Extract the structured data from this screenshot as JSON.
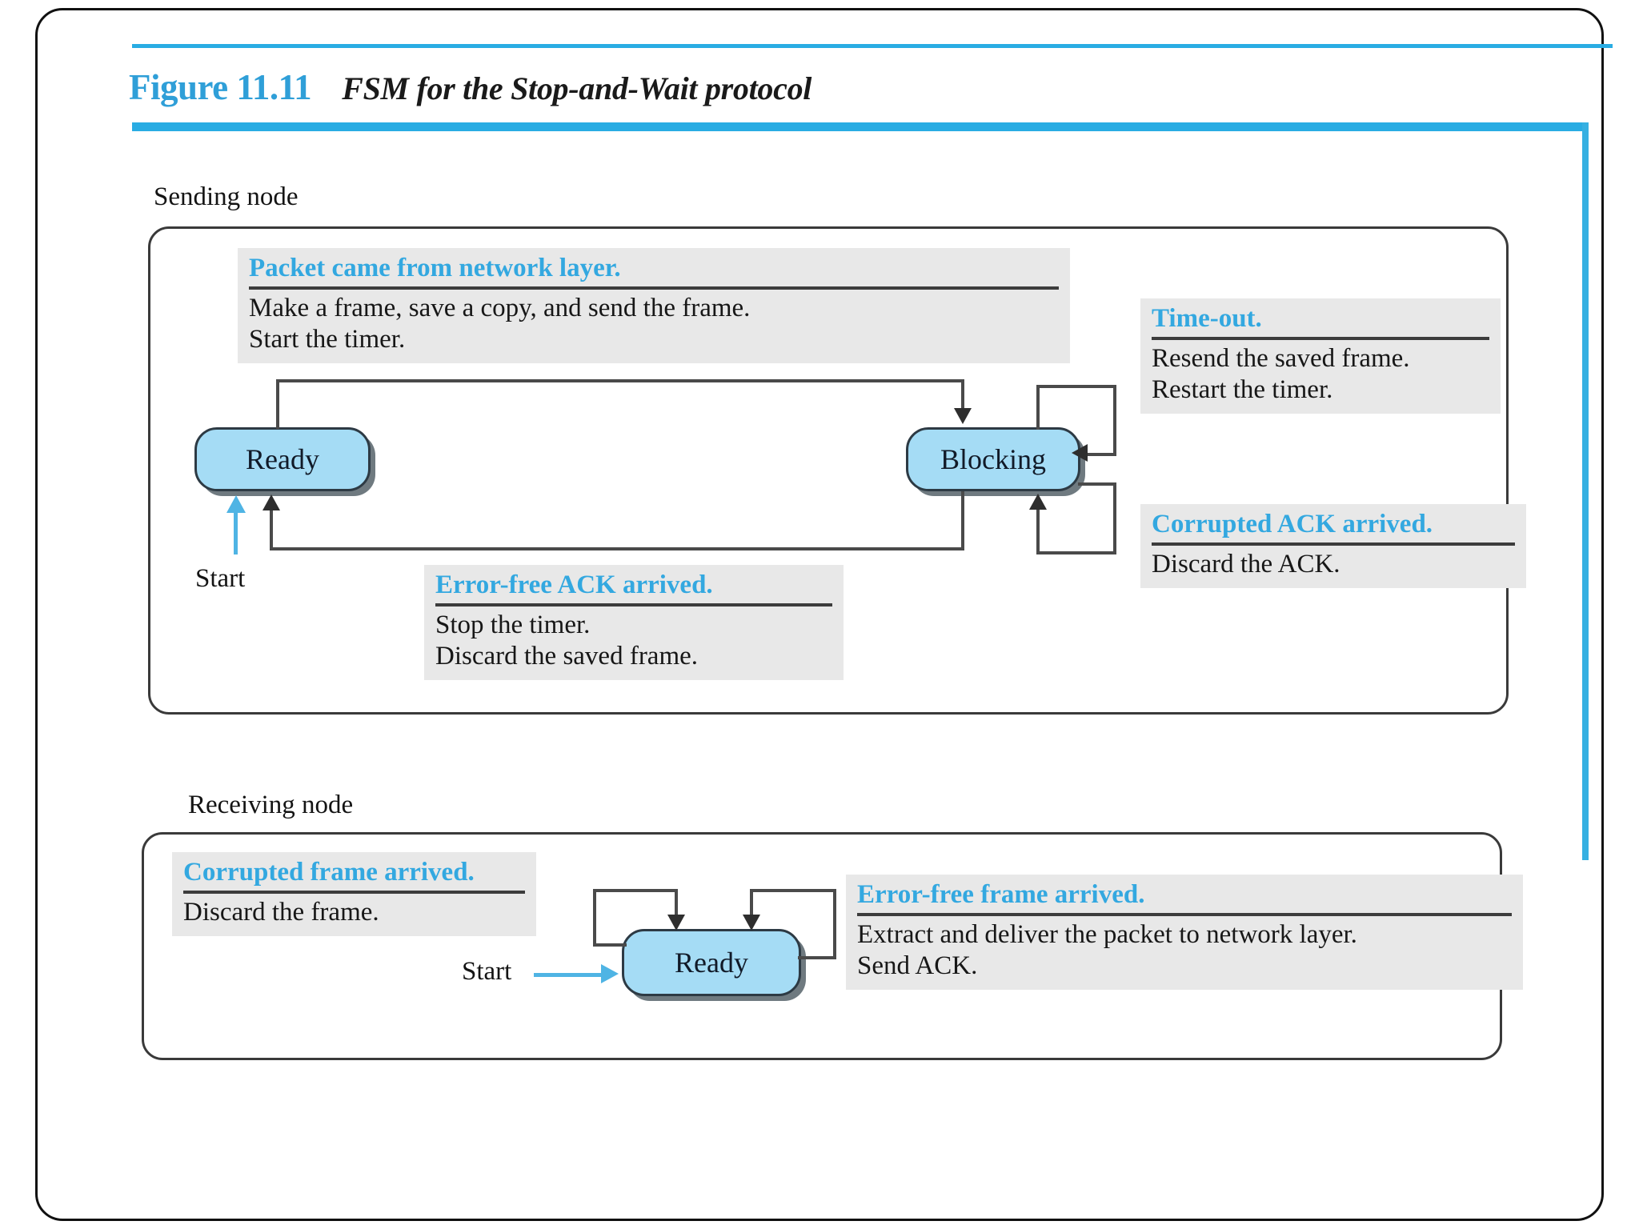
{
  "figure": {
    "label": "Figure 11.11",
    "caption": "FSM for the Stop-and-Wait protocol",
    "accent_color": "#29ace3",
    "heading_color": "#33a8e0",
    "state_fill_color": "#a5dcf5",
    "note_fill_color": "#e8e8e8"
  },
  "sending_node": {
    "caption": "Sending node",
    "states": [
      {
        "name": "Ready"
      },
      {
        "name": "Blocking"
      }
    ],
    "start_label": "Start",
    "notes": [
      {
        "heading": "Packet came from network layer.",
        "lines": [
          "Make a frame, save a copy, and send the frame.",
          "Start the timer."
        ]
      },
      {
        "heading": "Time-out.",
        "lines": [
          "Resend the saved frame.",
          "Restart the timer."
        ]
      },
      {
        "heading": "Corrupted ACK arrived.",
        "lines": [
          "Discard the ACK."
        ]
      },
      {
        "heading": "Error-free ACK arrived.",
        "lines": [
          "Stop the timer.",
          "Discard the saved frame."
        ]
      }
    ]
  },
  "receiving_node": {
    "caption": "Receiving node",
    "states": [
      {
        "name": "Ready"
      }
    ],
    "start_label": "Start",
    "notes": [
      {
        "heading": "Corrupted frame arrived.",
        "lines": [
          "Discard the frame."
        ]
      },
      {
        "heading": "Error-free frame arrived.",
        "lines": [
          "Extract and deliver the packet to network layer.",
          "Send ACK."
        ]
      }
    ]
  }
}
